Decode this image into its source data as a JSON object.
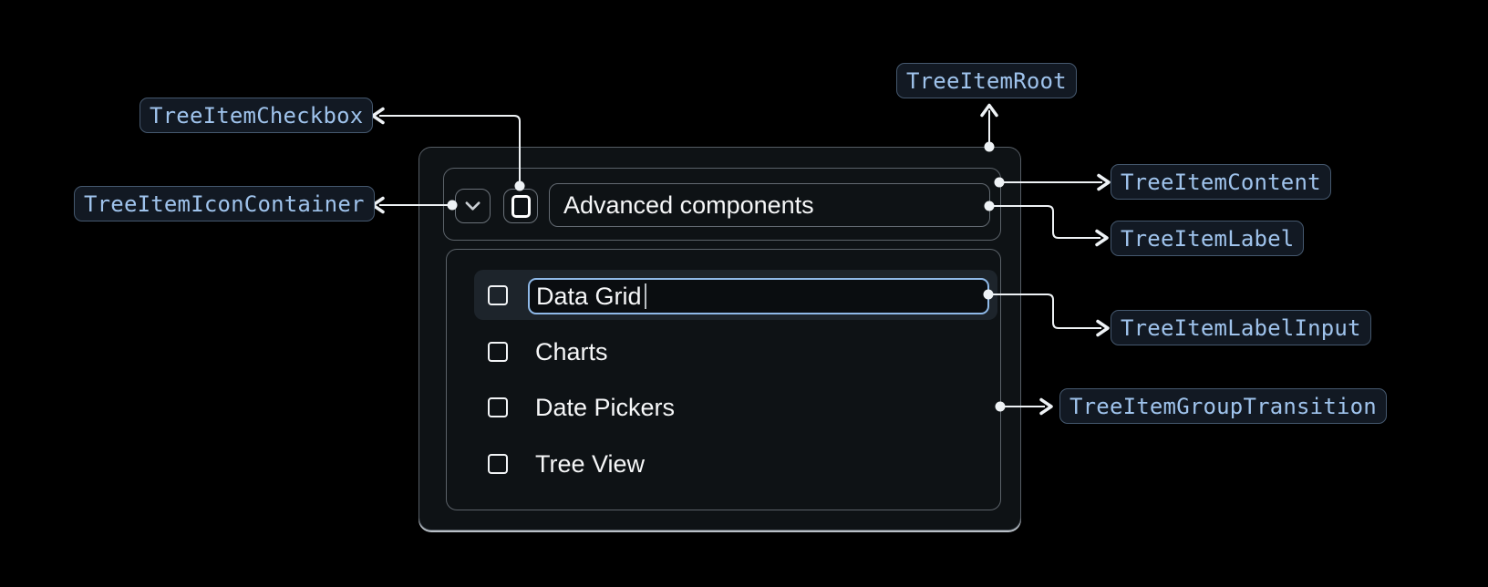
{
  "annotations": {
    "checkbox": "TreeItemCheckbox",
    "icon_container": "TreeItemIconContainer",
    "root": "TreeItemRoot",
    "content": "TreeItemContent",
    "label": "TreeItemLabel",
    "label_input": "TreeItemLabelInput",
    "group_transition": "TreeItemGroupTransition"
  },
  "tree": {
    "parent_label": "Advanced components",
    "expanded": true,
    "items": [
      "Data Grid",
      "Charts",
      "Date Pickers",
      "Tree View"
    ],
    "editing_item_index": 0,
    "editing_value": "Data Grid"
  },
  "icons": {
    "expand": "chevron-down-icon",
    "checkbox": "checkbox-unchecked-icon",
    "cursor": "text-caret"
  },
  "colors": {
    "page_background": "#000000",
    "panel_background": "#0e1215",
    "panel_border": "#565d65",
    "panel_bottom_sheen": "#b9c0c7",
    "badge_background": "#121923",
    "badge_border": "#45586e",
    "badge_text": "#9fc3ec",
    "row_highlight": "#1d242b",
    "input_border": "#8fb9e8",
    "connector": "#eef2f5",
    "text": "#f6f7f8"
  }
}
